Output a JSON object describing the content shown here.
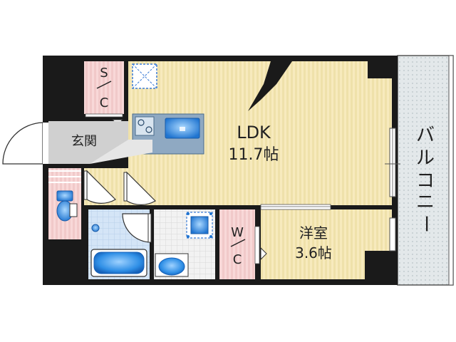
{
  "rooms": {
    "ldk": {
      "name": "LDK",
      "size": "11.7帖"
    },
    "western": {
      "name": "洋室",
      "size": "3.6帖"
    },
    "entrance": {
      "name": "玄関"
    },
    "sic": {
      "line1": "S",
      "line2": "C"
    },
    "wic": {
      "line1": "W",
      "line2": "C"
    },
    "balcony": {
      "chars": [
        "バ",
        "ル",
        "コ",
        "ニ",
        "ー"
      ]
    }
  },
  "colors": {
    "wall": "#1a1a1a",
    "floor": "#f7eabd",
    "floor_stripe": "#eadb9f",
    "storage": "#f7d4d4",
    "entrance": "#d0d0d0",
    "wet_area": "#cfe2f5",
    "balcony": "#dde4e8",
    "fixture": "#1f7ad6"
  }
}
